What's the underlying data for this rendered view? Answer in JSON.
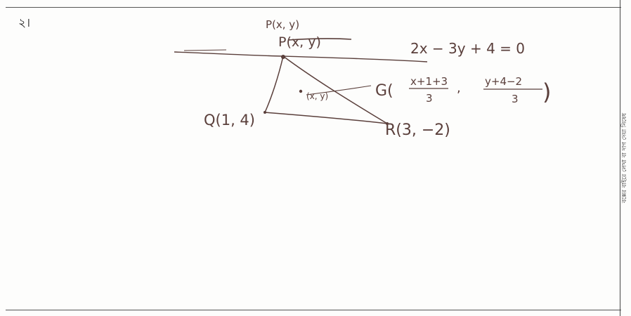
{
  "question_number": "২।",
  "margin_note": "বক্সের বাইরে লেখা বা দাগ দেয়া নিষেধ",
  "ink_color": "#5a3f3b",
  "annotations": {
    "point_p_top": "P(x, y)",
    "point_p": "P(x, y)",
    "line_equation": "2x − 3y + 4 = 0",
    "inner_point": "(x, y)",
    "centroid_prefix": "G(",
    "centroid_x_num": "x+1+3",
    "centroid_x_den": "3",
    "centroid_sep": ",",
    "centroid_y_num": "y+4−2",
    "centroid_y_den": "3",
    "centroid_close": ")",
    "point_q": "Q(1, 4)",
    "point_r": "R(3, −2)"
  }
}
